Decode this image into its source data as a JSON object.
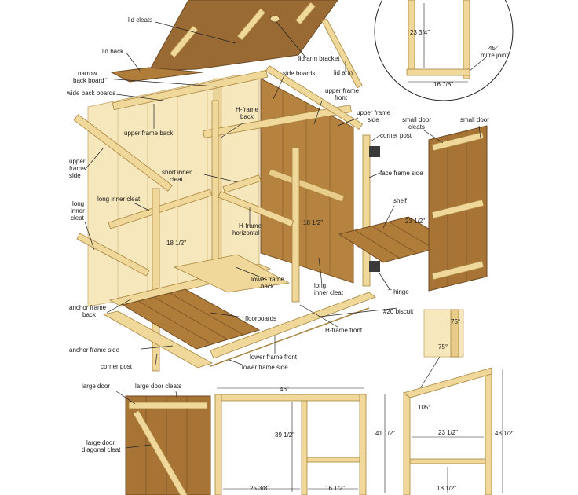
{
  "colors": {
    "light_wood": "#f1dca0",
    "wood": "#e4c07a",
    "wood_edge": "#b48a40",
    "dark_wood": "#8a5e2c",
    "panel": "#f6e7bc",
    "hardware": "#3a3a3a"
  },
  "labels": {
    "lid_cleats": "lid cleats",
    "lid_back": "lid back",
    "narrow_back_board": "narrow back board",
    "wide_back_boards": "wide back boards",
    "upper_frame_back": "upper frame back",
    "upper_frame_side_left": "upper frame side",
    "long_inner_cleat_left": "long inner cleat",
    "long_inner_cleat_left2": "long inner cleat",
    "anchor_frame_back": "anchor frame back",
    "anchor_frame_side": "anchor frame side",
    "corner_post_bottom": "corner post",
    "lid_arm_bracket": "lid arm bracket",
    "lid_arm": "lid arm",
    "side_boards": "side boards",
    "h_frame_back": "H-frame back",
    "upper_frame_front": "upper frame front",
    "upper_frame_side_right": "upper frame side",
    "short_inner_cleat": "short inner cleat",
    "h_frame_horizontal": "H-frame horizontal",
    "lower_frame_back": "lower frame back",
    "floorboards": "floorboards",
    "long_inner_cleat_center": "long inner cleat",
    "h_frame_front": "H-frame front",
    "lower_frame_front": "lower frame front",
    "lower_frame_side": "lower frame side",
    "corner_post_right": "corner post",
    "face_frame_side": "face frame side",
    "shelf": "shelf",
    "t_hinge": "T-hinge",
    "biscuit": "#20 biscuit",
    "small_door_cleats": "small door cleats",
    "small_door": "small door",
    "mitre_joint": "45° mitre joint",
    "large_door": "large door",
    "large_door_cleats": "large door cleats",
    "large_door_diagonal_cleat": "large door diagonal cleat"
  },
  "dimensions": {
    "height_18_half": "18 1/2\"",
    "side_18_half": "18 1/2\"",
    "shelf_23_half": "23 1/2\"",
    "inset_23_3_4": "23 3/4\"",
    "inset_16_7_8": "16 7/8\"",
    "angle_75_top": "75°",
    "angle_75_bottom": "75°",
    "width_46": "46\"",
    "height_39_half": "39 1/2\"",
    "height_41_half": "41 1/2\"",
    "bottom_25_3_8": "25 3/8\"",
    "bottom_16_half": "16 1/2\"",
    "angle_105": "105°",
    "side_23_half": "23 1/2\"",
    "side_48_half": "48 1/2\"",
    "side_18_half_bottom": "18 1/2\""
  }
}
